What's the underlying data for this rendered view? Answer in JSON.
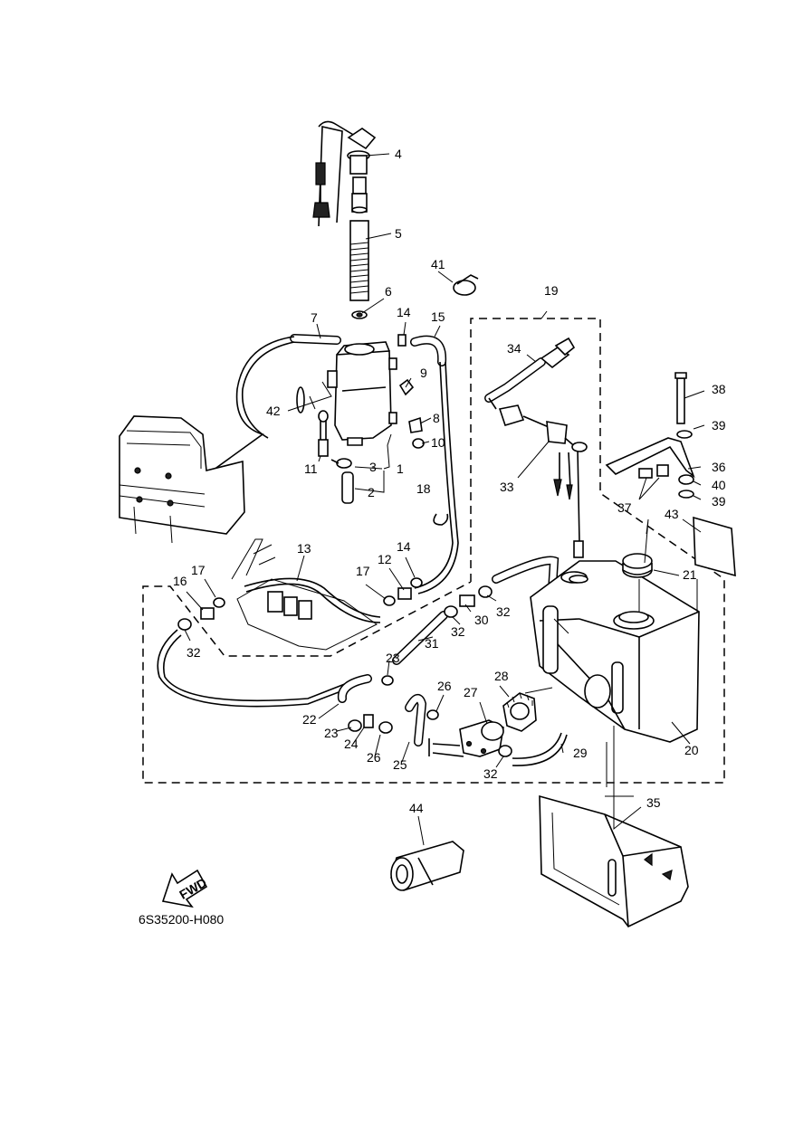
{
  "callouts": [
    {
      "id": "c1",
      "text": "1"
    },
    {
      "id": "c2",
      "text": "2"
    },
    {
      "id": "c3",
      "text": "3"
    },
    {
      "id": "c4",
      "text": "4"
    },
    {
      "id": "c5",
      "text": "5"
    },
    {
      "id": "c6",
      "text": "6"
    },
    {
      "id": "c7",
      "text": "7"
    },
    {
      "id": "c8",
      "text": "8"
    },
    {
      "id": "c9",
      "text": "9"
    },
    {
      "id": "c10",
      "text": "10"
    },
    {
      "id": "c11",
      "text": "11"
    },
    {
      "id": "c12",
      "text": "12"
    },
    {
      "id": "c13",
      "text": "13"
    },
    {
      "id": "c14a",
      "text": "14"
    },
    {
      "id": "c14b",
      "text": "14"
    },
    {
      "id": "c15",
      "text": "15"
    },
    {
      "id": "c16",
      "text": "16"
    },
    {
      "id": "c17a",
      "text": "17"
    },
    {
      "id": "c17b",
      "text": "17"
    },
    {
      "id": "c18",
      "text": "18"
    },
    {
      "id": "c19",
      "text": "19"
    },
    {
      "id": "c20",
      "text": "20"
    },
    {
      "id": "c21",
      "text": "21"
    },
    {
      "id": "c22",
      "text": "22"
    },
    {
      "id": "c23a",
      "text": "23"
    },
    {
      "id": "c23b",
      "text": "23"
    },
    {
      "id": "c24",
      "text": "24"
    },
    {
      "id": "c25",
      "text": "25"
    },
    {
      "id": "c26a",
      "text": "26"
    },
    {
      "id": "c26b",
      "text": "26"
    },
    {
      "id": "c27",
      "text": "27"
    },
    {
      "id": "c28",
      "text": "28"
    },
    {
      "id": "c29",
      "text": "29"
    },
    {
      "id": "c30",
      "text": "30"
    },
    {
      "id": "c31",
      "text": "31"
    },
    {
      "id": "c32a",
      "text": "32"
    },
    {
      "id": "c32b",
      "text": "32"
    },
    {
      "id": "c32c",
      "text": "32"
    },
    {
      "id": "c32d",
      "text": "32"
    },
    {
      "id": "c33",
      "text": "33"
    },
    {
      "id": "c34",
      "text": "34"
    },
    {
      "id": "c35",
      "text": "35"
    },
    {
      "id": "c36",
      "text": "36"
    },
    {
      "id": "c37",
      "text": "37"
    },
    {
      "id": "c38",
      "text": "38"
    },
    {
      "id": "c39a",
      "text": "39"
    },
    {
      "id": "c39b",
      "text": "39"
    },
    {
      "id": "c40",
      "text": "40"
    },
    {
      "id": "c41",
      "text": "41"
    },
    {
      "id": "c42",
      "text": "42"
    },
    {
      "id": "c43",
      "text": "43"
    },
    {
      "id": "c44",
      "text": "44"
    }
  ],
  "fwd_label": "FWD",
  "reference_code": "6S35200-H080"
}
